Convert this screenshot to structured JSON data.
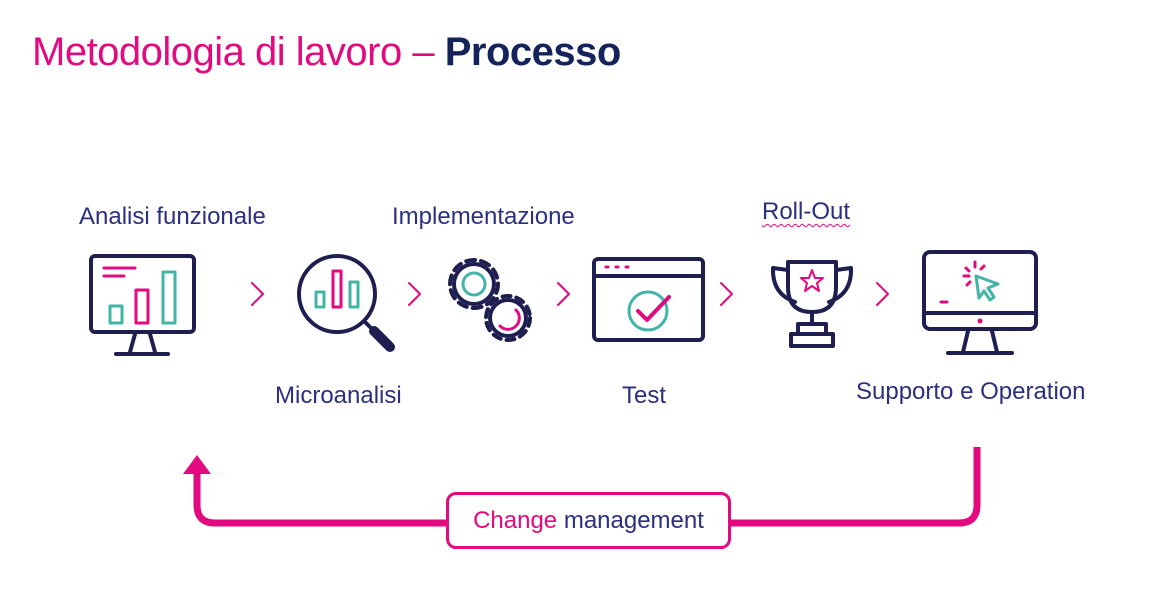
{
  "title": {
    "part1": "Metodologia di lavoro – ",
    "part2": "Processo"
  },
  "steps": [
    {
      "label": "Analisi funzionale",
      "icon": "monitor-chart-icon"
    },
    {
      "label": "Microanalisi",
      "icon": "magnifier-chart-icon"
    },
    {
      "label": "Implementazione",
      "icon": "gears-icon"
    },
    {
      "label": "Test",
      "icon": "browser-check-icon"
    },
    {
      "label": "Roll-Out",
      "icon": "trophy-icon"
    },
    {
      "label": "Supporto e Operation",
      "icon": "monitor-cursor-icon"
    }
  ],
  "cycle": {
    "part1": "Change",
    "part2": " management"
  },
  "colors": {
    "pink": "#E20A7E",
    "navy": "#14235B",
    "label": "#2B2F7F",
    "icon_outline": "#1E1E50",
    "teal": "#42B5A6"
  }
}
